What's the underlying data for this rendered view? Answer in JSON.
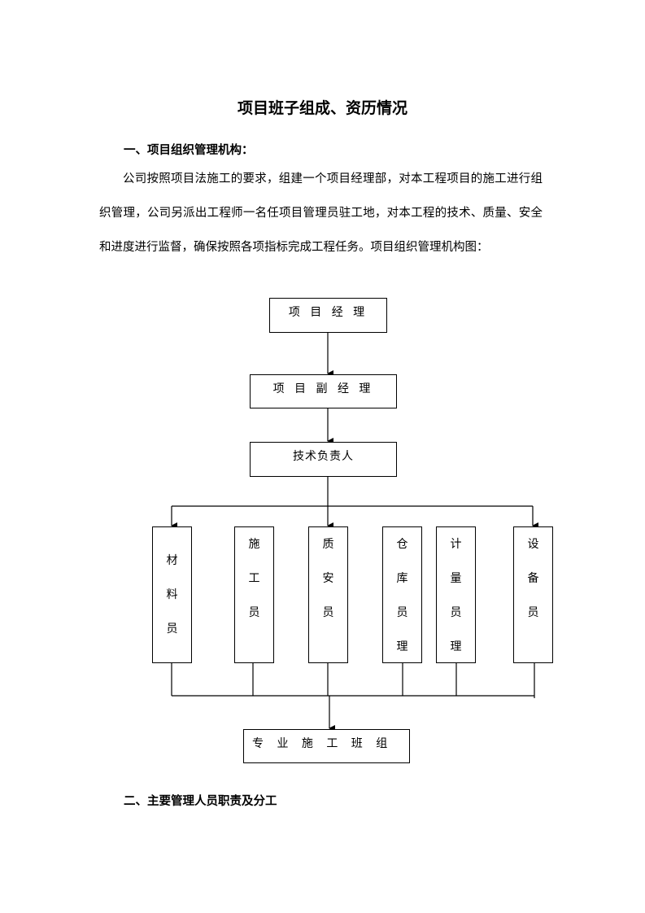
{
  "title": "项目班子组成、资历情况",
  "section1": {
    "heading": "一、项目组织管理机构：",
    "paragraph": "公司按照项目法施工的要求，组建一个项目经理部，对本工程项目的施工进行组织管理，公司另派出工程师一名任项目管理员驻工地，对本工程的技术、质量、安全和进度进行监督，确保按照各项指标完成工程任务。项目组织管理机构图："
  },
  "org_chart": {
    "top": "项 目 经 理",
    "deputy": "项 目 副 经 理",
    "tech_lead": "技术负责人",
    "staff": [
      {
        "chars": [
          "材",
          "料",
          "员"
        ]
      },
      {
        "chars": [
          "施",
          "工",
          "员"
        ]
      },
      {
        "chars": [
          "质",
          "安",
          "员"
        ]
      },
      {
        "chars": [
          "仓",
          "库",
          "员",
          "理"
        ]
      },
      {
        "chars": [
          "计",
          "量",
          "员",
          "理"
        ]
      },
      {
        "chars": [
          "设",
          "备",
          "员"
        ]
      }
    ],
    "bottom": "专 业 施 工 班 组"
  },
  "section2": {
    "heading": "二、主要管理人员职责及分工"
  }
}
